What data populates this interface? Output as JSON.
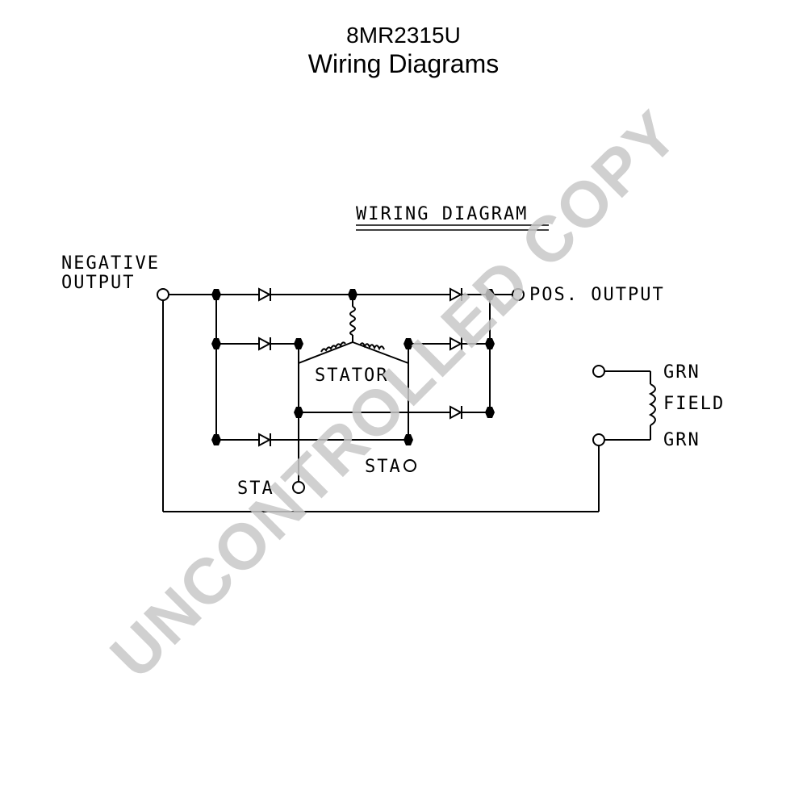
{
  "header": {
    "model": "8MR2315U",
    "subtitle": "Wiring Diagrams"
  },
  "diagram": {
    "title": "WIRING DIAGRAM",
    "labels": {
      "negative_output_line1": "NEGATIVE",
      "negative_output_line2": "OUTPUT",
      "pos_output": "POS. OUTPUT",
      "stator": "STATOR",
      "field": "FIELD",
      "grn_top": "GRN",
      "grn_bottom": "GRN",
      "sta_left": "STA",
      "sta_right": "STA"
    }
  },
  "watermark": {
    "text": "UNCONTROLLED COPY",
    "color": "#c8c8c8"
  }
}
